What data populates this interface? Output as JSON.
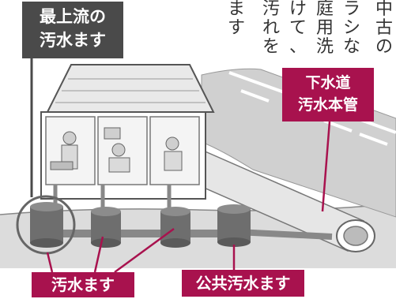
{
  "labels": {
    "top": [
      "最上流の",
      "汚水ます"
    ],
    "sewer_main": [
      "下水道",
      "汚水本管"
    ],
    "masu": "汚水ます",
    "public_masu": "公共汚水ます"
  },
  "text_columns": [
    "中古の",
    "ラシな",
    "庭用洗",
    "けて、",
    "汚れを",
    "ます"
  ],
  "colors": {
    "accent": "#a8124e",
    "top_label_bg": "#4a4a4a",
    "ground": "#dcdcdc",
    "tank": "#6e6e6e"
  }
}
